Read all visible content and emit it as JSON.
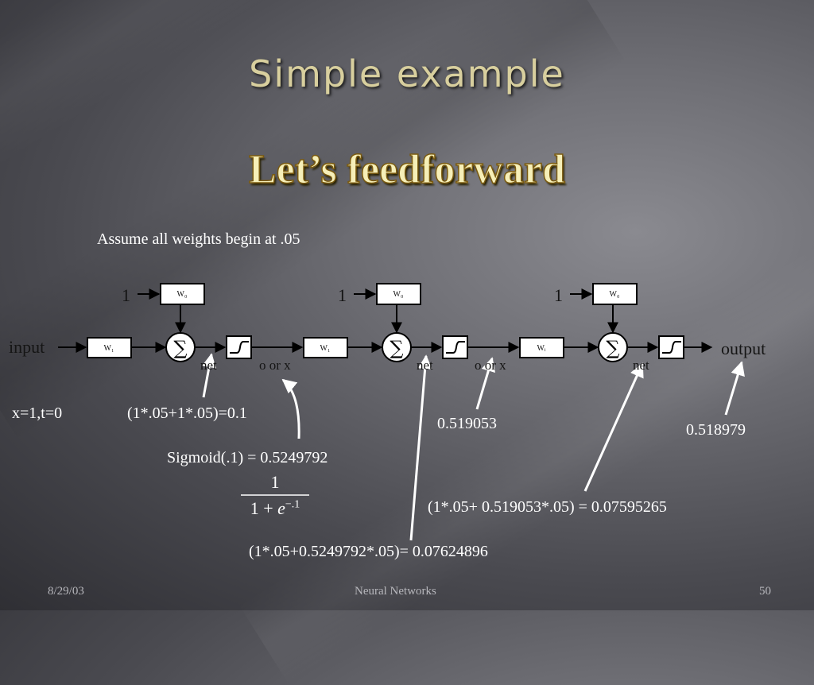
{
  "slide": {
    "title": "Simple example",
    "subtitle": "Let’s feedforward",
    "assumption": "Assume all weights begin at .05"
  },
  "diagram": {
    "bias_label": "1",
    "input_label": "input",
    "output_label": "output",
    "weights": {
      "w0": "W₀",
      "w1": "W₁",
      "wi": "Wᵢ"
    },
    "net_label": "net",
    "o_or_x_label": "o or x",
    "sum_symbol": "∑"
  },
  "annotations": {
    "given": "x=1,t=0",
    "net1": "(1*.05+1*.05)=0.1",
    "sigmoid": "Sigmoid(.1) = 0.5249792",
    "formula_num": "1",
    "formula_den_prefix": "1 + ",
    "formula_den_e": "e",
    "formula_den_exp": "−.1",
    "net2": "(1*.05+0.5249792*.05)= 0.07624896",
    "o2": "0.519053",
    "net3": "(1*.05+ 0.519053*.05) = 0.07595265",
    "final_output": "0.518979"
  },
  "footer": {
    "date": "8/29/03",
    "topic": "Neural Networks",
    "page": "50"
  }
}
